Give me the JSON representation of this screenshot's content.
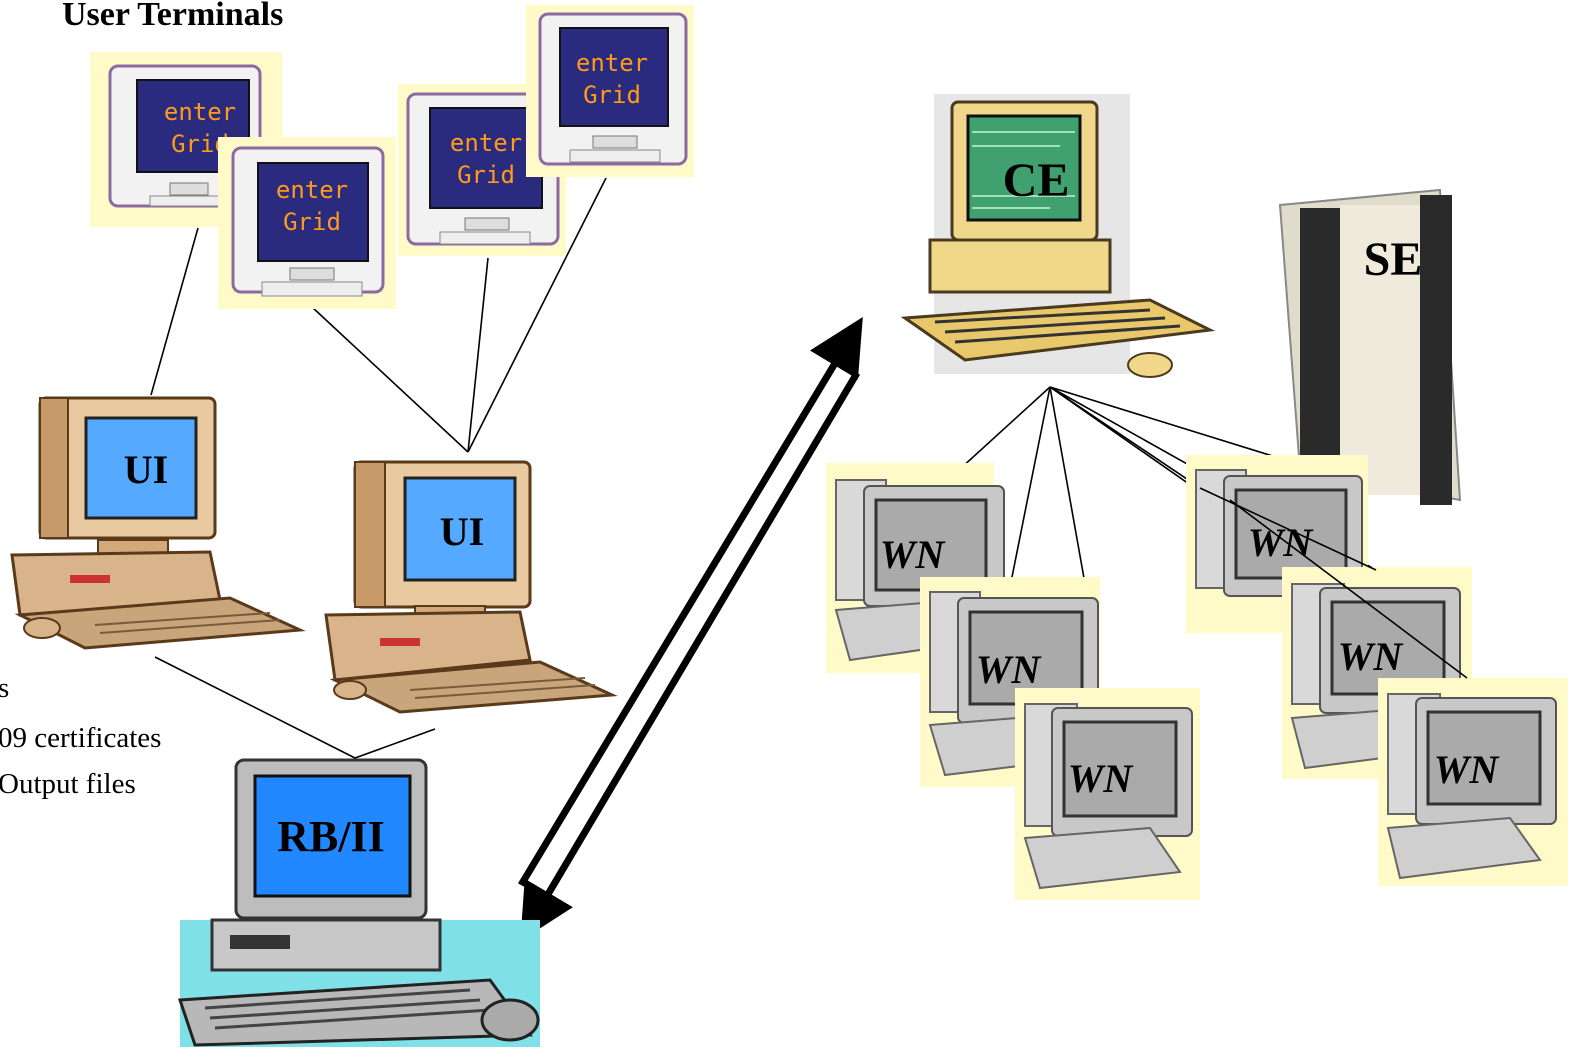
{
  "header": {
    "title": "User Terminals"
  },
  "terminals": [
    {
      "line1": "enter",
      "line2": "Grid"
    },
    {
      "line1": "enter",
      "line2": "Grid"
    },
    {
      "line1": "enter",
      "line2": "Grid"
    },
    {
      "line1": "enter",
      "line2": "Grid"
    }
  ],
  "nodes": {
    "ui_1": "UI",
    "ui_2": "UI",
    "rb": "RB/II",
    "ce": "CE",
    "se": "SE",
    "wn": [
      "WN",
      "WN",
      "WN",
      "WN",
      "WN",
      "WN"
    ]
  },
  "side_text": [
    "s",
    "09 certificates",
    "Output files"
  ],
  "colors": {
    "terminal_screen": "#2a2a7e",
    "terminal_text": "#ff9b1a",
    "ui_screen": "#55aaff",
    "monitor_tan": "#e9c9a0",
    "ce_beige": "#f0d78a",
    "ce_screen": "#40a070",
    "wn_gray": "#b8b8b8",
    "sticker_bg": "#fffac8"
  }
}
